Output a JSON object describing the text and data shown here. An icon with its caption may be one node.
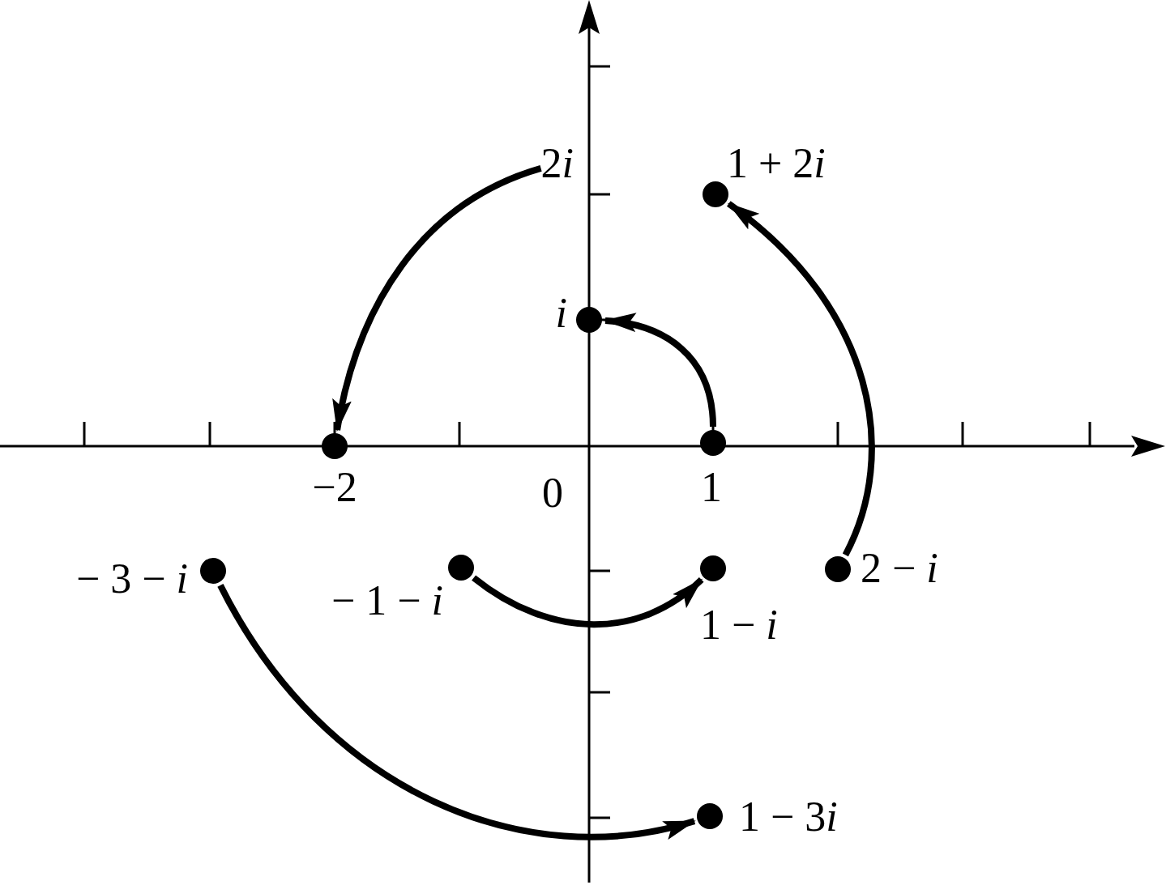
{
  "diagram": {
    "nodes": [
      {
        "text": [
          "2⁠*i*"
        ]
      },
      {
        "text": [],
        "shape": "circle",
        "beside": [
          "1 + 2⁠*i*"
        ]
      },
      {
        "text": [],
        "shape": "circle",
        "beside": [
          "*i*"
        ]
      },
      {
        "text": [],
        "shape": "circle",
        "beside": [
          "−2"
        ]
      },
      {
        "text": [],
        "shape": "circle",
        "beside": [
          "1"
        ]
      },
      {
        "text": [],
        "shape": "circle",
        "beside": [
          "− 3 − *i*"
        ]
      },
      {
        "text": [],
        "shape": "circle",
        "beside": [
          "− 1 − *i*"
        ]
      },
      {
        "text": [],
        "shape": "circle",
        "beside": [
          "2 − *i*"
        ]
      },
      {
        "text": [],
        "shape": "circle",
        "beside": [
          "1 − *i*"
        ]
      },
      {
        "text": [],
        "shape": "circle",
        "beside": [
          "1 − 3⁠*i*"
        ]
      }
    ],
    "edges": [
      {
        "from": 0,
        "to": 3,
        "arrow": "to"
      },
      {
        "from": 4,
        "to": 2,
        "arrow": "to"
      },
      {
        "from": 7,
        "to": 1,
        "arrow": "to"
      },
      {
        "from": 6,
        "to": 8,
        "arrow": "to"
      },
      {
        "from": 5,
        "to": 9,
        "arrow": "to"
      }
    ],
    "labels": [
      "0"
    ]
  }
}
